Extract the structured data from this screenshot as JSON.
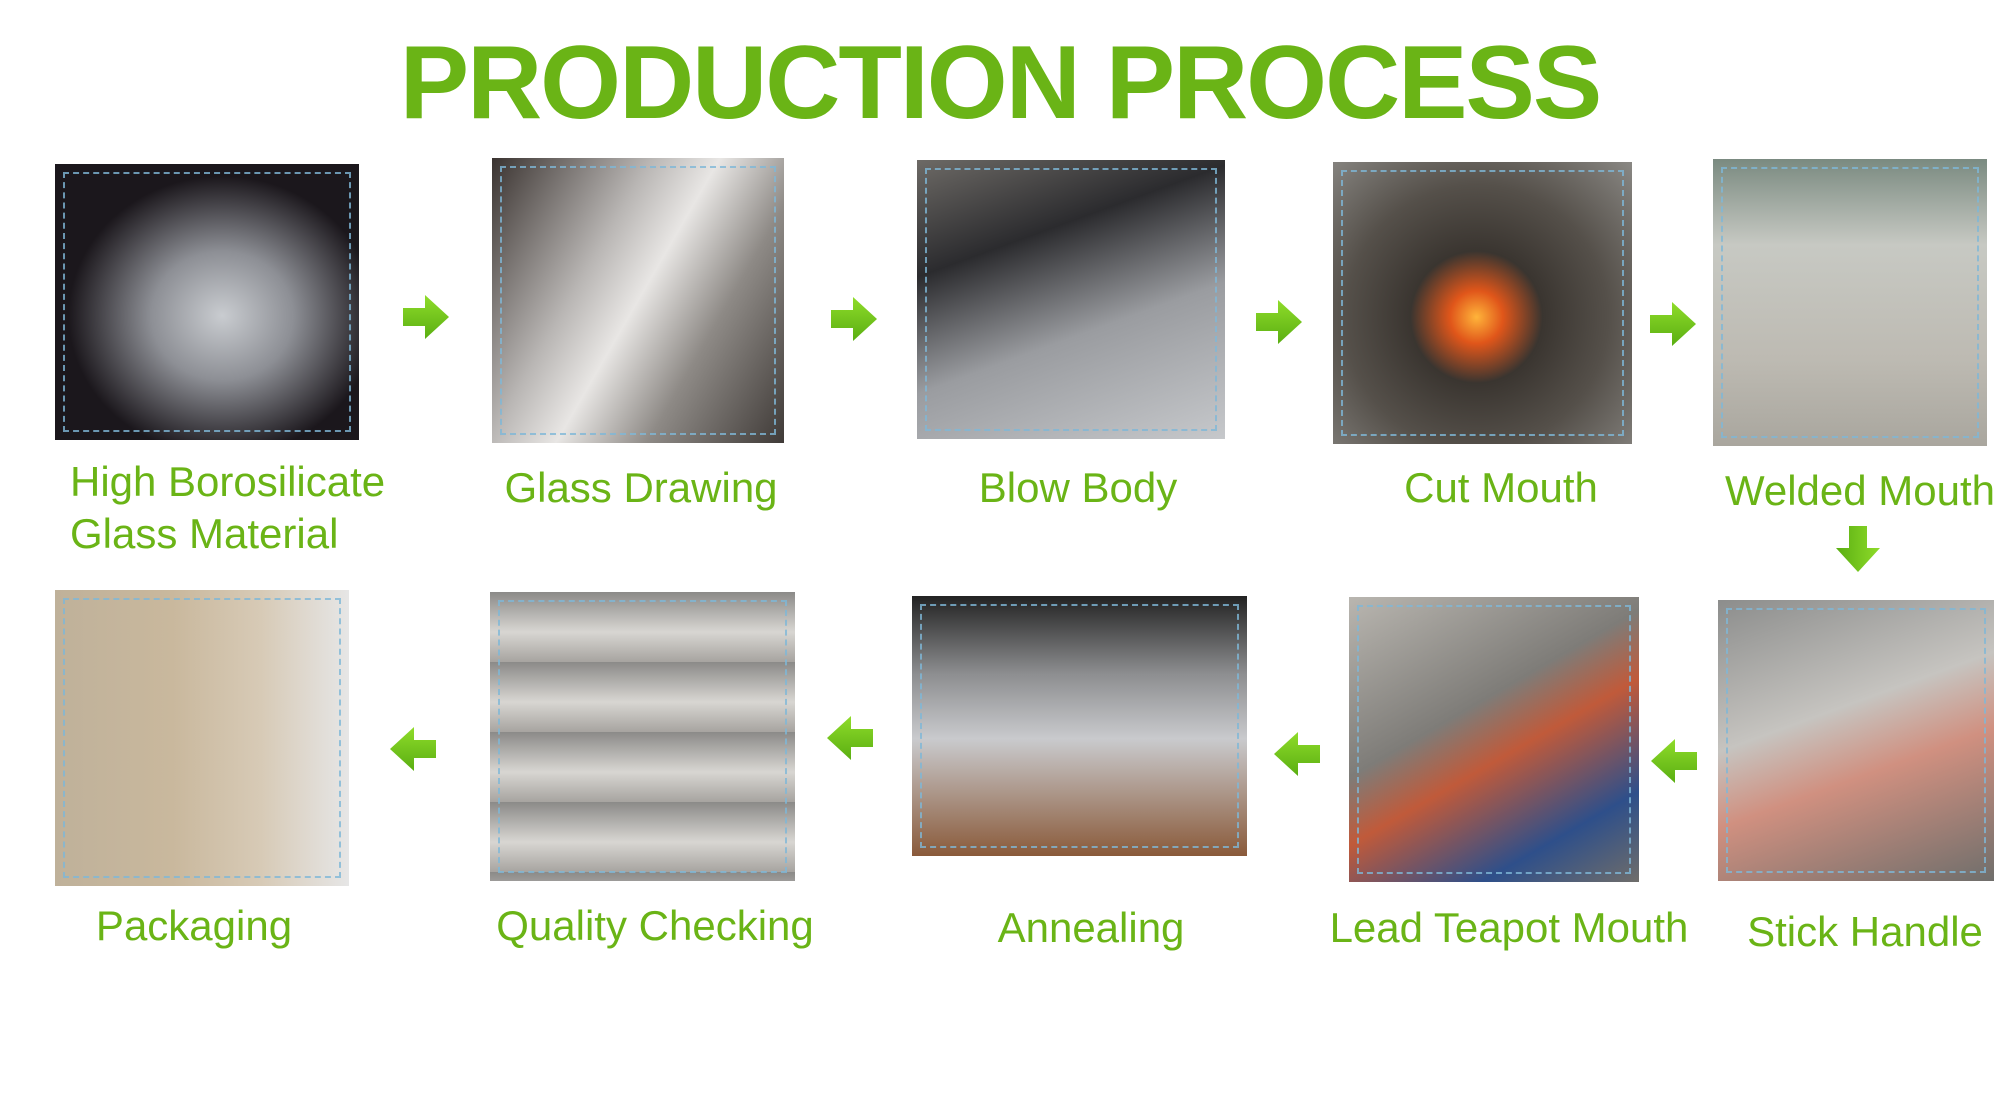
{
  "title": "PRODUCTION PROCESS",
  "steps": [
    {
      "label_line1": "High Borosilicate",
      "label_line2": "Glass Material"
    },
    {
      "label": "Glass Drawing"
    },
    {
      "label": "Blow Body"
    },
    {
      "label": "Cut Mouth"
    },
    {
      "label": "Welded Mouth"
    },
    {
      "label": "Stick Handle"
    },
    {
      "label": "Lead Teapot Mouth"
    },
    {
      "label": "Annealing"
    },
    {
      "label": "Quality Checking"
    },
    {
      "label": "Packaging"
    }
  ],
  "colors": {
    "accent": "#6ab416",
    "arrow": "#7ccc1c"
  }
}
